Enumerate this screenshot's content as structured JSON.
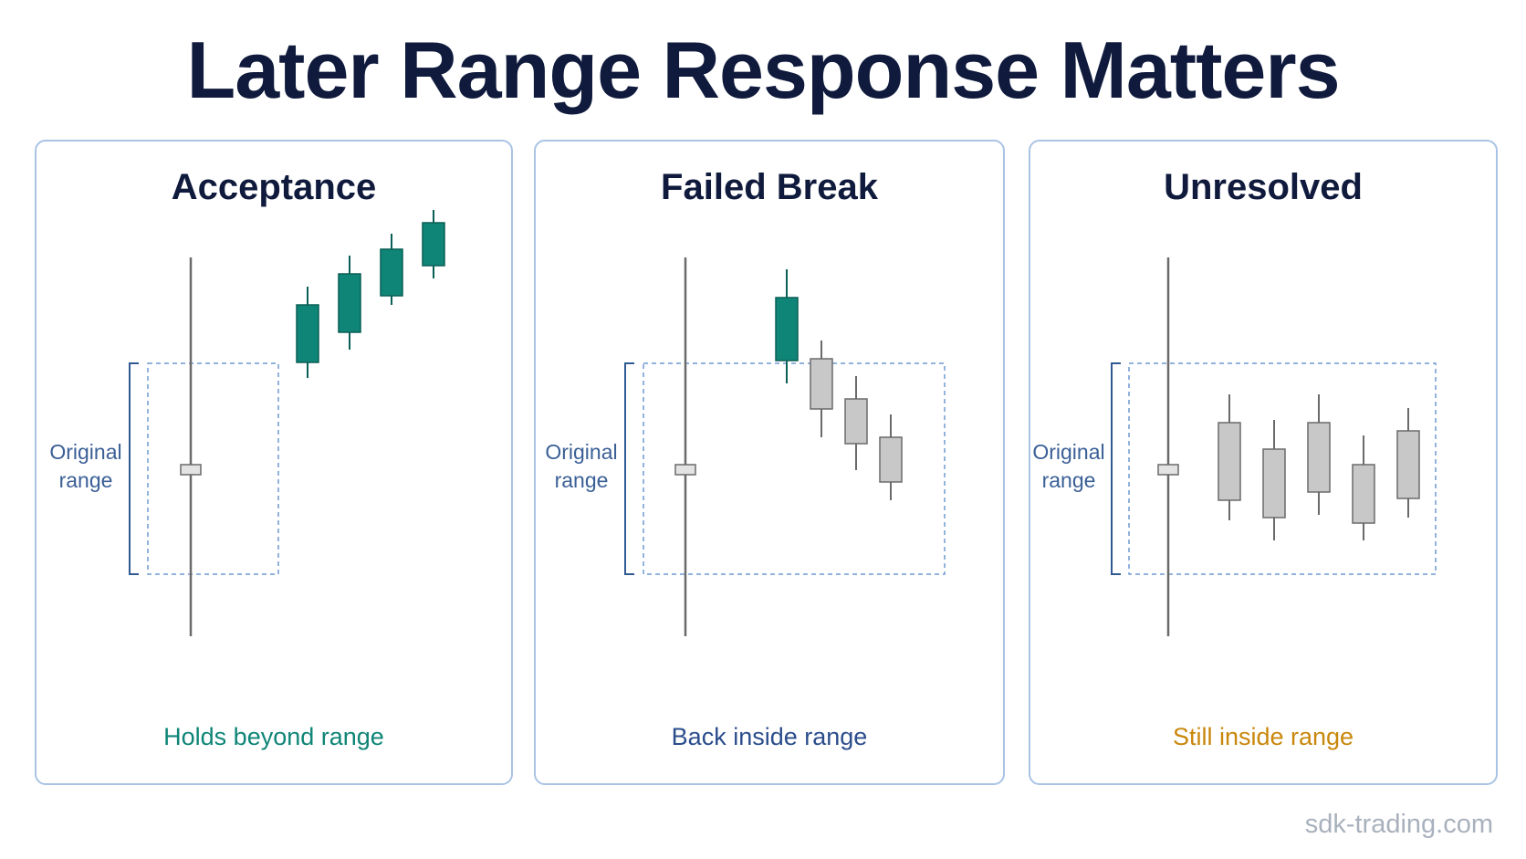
{
  "title": "Later Range Response Matters",
  "range_label": {
    "line1": "Original",
    "line2": "range"
  },
  "colors": {
    "title": "#0f1a3c",
    "panel_border": "#a9c3e4",
    "range_box": "#6f9ad0",
    "bracket": "#2f5a93",
    "bull_candle": "#0f8577",
    "neutral_candle": "#c8c8c8",
    "wick": "#5c5c5c",
    "caption_acceptance": "#0f8577",
    "caption_failed": "#2b4d8c",
    "caption_unresolved": "#c9870b"
  },
  "panels": [
    {
      "title": "Acceptance",
      "caption": "Holds beyond range",
      "caption_color": "#0f8577",
      "candles": [
        {
          "open": 395,
          "close": 332,
          "high": 312,
          "low": 412,
          "style": "bull"
        },
        {
          "open": 362,
          "close": 298,
          "high": 278,
          "low": 381,
          "style": "bull"
        },
        {
          "open": 322,
          "close": 271,
          "high": 254,
          "low": 332,
          "style": "bull"
        },
        {
          "open": 289,
          "close": 242,
          "high": 228,
          "low": 303,
          "style": "bull"
        }
      ]
    },
    {
      "title": "Failed Break",
      "caption": "Back inside range",
      "caption_color": "#2b4d8c",
      "candles": [
        {
          "open": 393,
          "close": 324,
          "high": 293,
          "low": 418,
          "style": "bull"
        },
        {
          "open": 391,
          "close": 446,
          "high": 371,
          "low": 477,
          "style": "neutral"
        },
        {
          "open": 435,
          "close": 484,
          "high": 410,
          "low": 513,
          "style": "neutral"
        },
        {
          "open": 477,
          "close": 526,
          "high": 452,
          "low": 546,
          "style": "neutral"
        }
      ]
    },
    {
      "title": "Unresolved",
      "caption": "Still inside range",
      "caption_color": "#c9870b",
      "candles": [
        {
          "open": 546,
          "close": 461,
          "high": 430,
          "low": 568,
          "style": "neutral"
        },
        {
          "open": 565,
          "close": 490,
          "high": 458,
          "low": 590,
          "style": "neutral"
        },
        {
          "open": 537,
          "close": 461,
          "high": 430,
          "low": 562,
          "style": "neutral"
        },
        {
          "open": 571,
          "close": 507,
          "high": 475,
          "low": 590,
          "style": "neutral"
        },
        {
          "open": 544,
          "close": 470,
          "high": 445,
          "low": 565,
          "style": "neutral"
        }
      ]
    }
  ],
  "watermark": "sdk-trading.com"
}
